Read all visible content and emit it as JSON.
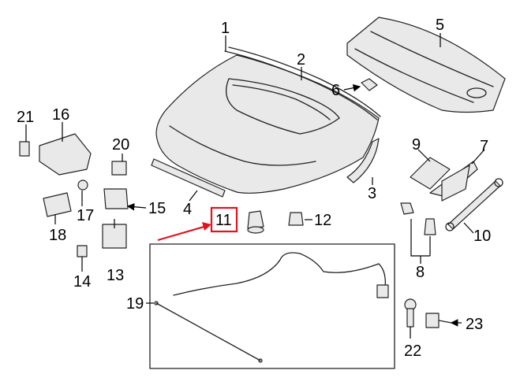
{
  "callouts": {
    "c1": "1",
    "c2": "2",
    "c3": "3",
    "c4": "4",
    "c5": "5",
    "c6": "6",
    "c7": "7",
    "c8": "8",
    "c9": "9",
    "c10": "10",
    "c11": "11",
    "c12": "12",
    "c13": "13",
    "c14": "14",
    "c15": "15",
    "c16": "16",
    "c17": "17",
    "c18": "18",
    "c19": "19",
    "c20": "20",
    "c21": "21",
    "c22": "22",
    "c23": "23"
  },
  "highlighted_callout": "11",
  "colors": {
    "highlight": "#e0141e",
    "line": "#222222",
    "background": "#ffffff"
  }
}
